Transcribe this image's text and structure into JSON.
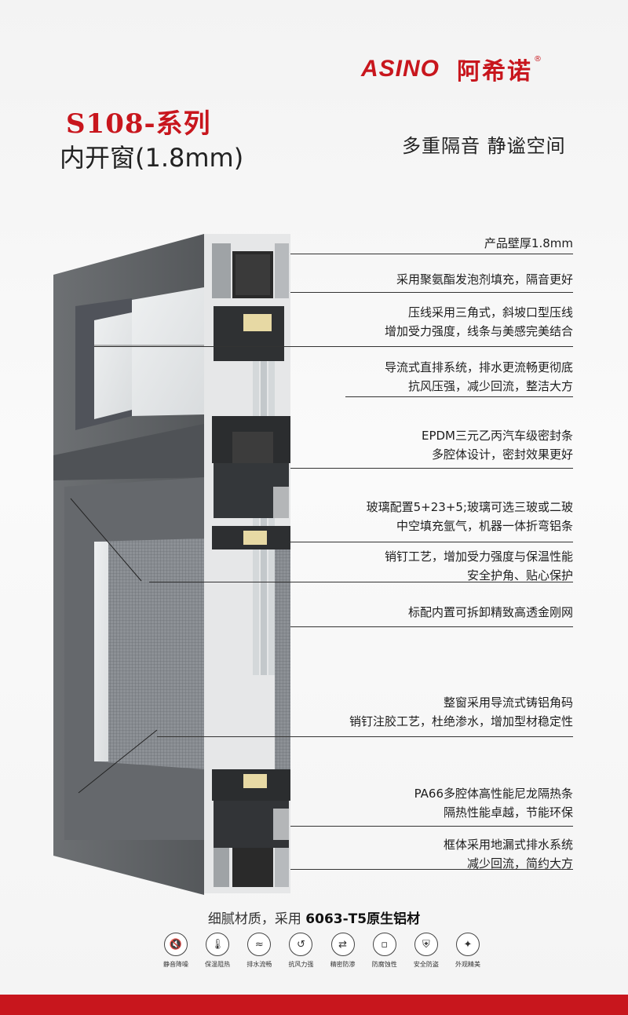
{
  "brand": {
    "latin": "ASINO",
    "chinese": "阿希诺",
    "registered": "®"
  },
  "title": {
    "series": "S108-系列",
    "subtitle": "内开窗(1.8mm)",
    "slogan": "多重隔音 静谧空间"
  },
  "features": [
    {
      "lines": [
        "产品壁厚1.8mm"
      ]
    },
    {
      "lines": [
        "采用聚氨酯发泡剂填充，隔音更好"
      ]
    },
    {
      "lines": [
        "压线采用三角式，斜坡口型压线",
        "增加受力强度，线条与美感完美结合"
      ]
    },
    {
      "lines": [
        "导流式直排系统，排水更流畅更彻底",
        "抗风压强，减少回流，整洁大方"
      ]
    },
    {
      "lines": [
        "EPDM三元乙丙汽车级密封条",
        "多腔体设计，密封效果更好"
      ]
    },
    {
      "lines": [
        "玻璃配置5+23+5;玻璃可选三玻或二玻",
        "中空填充氩气，机器一体折弯铝条"
      ]
    },
    {
      "lines": [
        "销钉工艺，增加受力强度与保温性能",
        "安全护角、贴心保护"
      ]
    },
    {
      "lines": [
        "标配内置可拆卸精致高透金刚网"
      ]
    },
    {
      "lines": [
        "整窗采用导流式铸铝角码",
        "销钉注胶工艺，杜绝渗水，增加型材稳定性"
      ]
    },
    {
      "lines": [
        "PA66多腔体高性能尼龙隔热条",
        "隔热性能卓越，节能环保"
      ]
    },
    {
      "lines": [
        "框体采用地漏式排水系统",
        "减少回流，简约大方"
      ]
    }
  ],
  "material": {
    "prefix": "细腻材质，采用 ",
    "highlight": "6063-T5原生铝材"
  },
  "icons": [
    {
      "name": "mute-icon",
      "label": "静音降噪"
    },
    {
      "name": "thermometer-icon",
      "label": "保温阻热"
    },
    {
      "name": "water-wave-icon",
      "label": "排水流畅"
    },
    {
      "name": "wind-swirl-icon",
      "label": "抗风力强"
    },
    {
      "name": "seal-arrows-icon",
      "label": "精密防渗"
    },
    {
      "name": "corrosion-icon",
      "label": "防腐蚀性"
    },
    {
      "name": "shield-lock-icon",
      "label": "安全防盗"
    },
    {
      "name": "sparkle-window-icon",
      "label": "外观精美"
    }
  ],
  "colors": {
    "accent": "#c8161d",
    "frame": "#5f6265",
    "frame_dark": "#2b2d2f"
  }
}
